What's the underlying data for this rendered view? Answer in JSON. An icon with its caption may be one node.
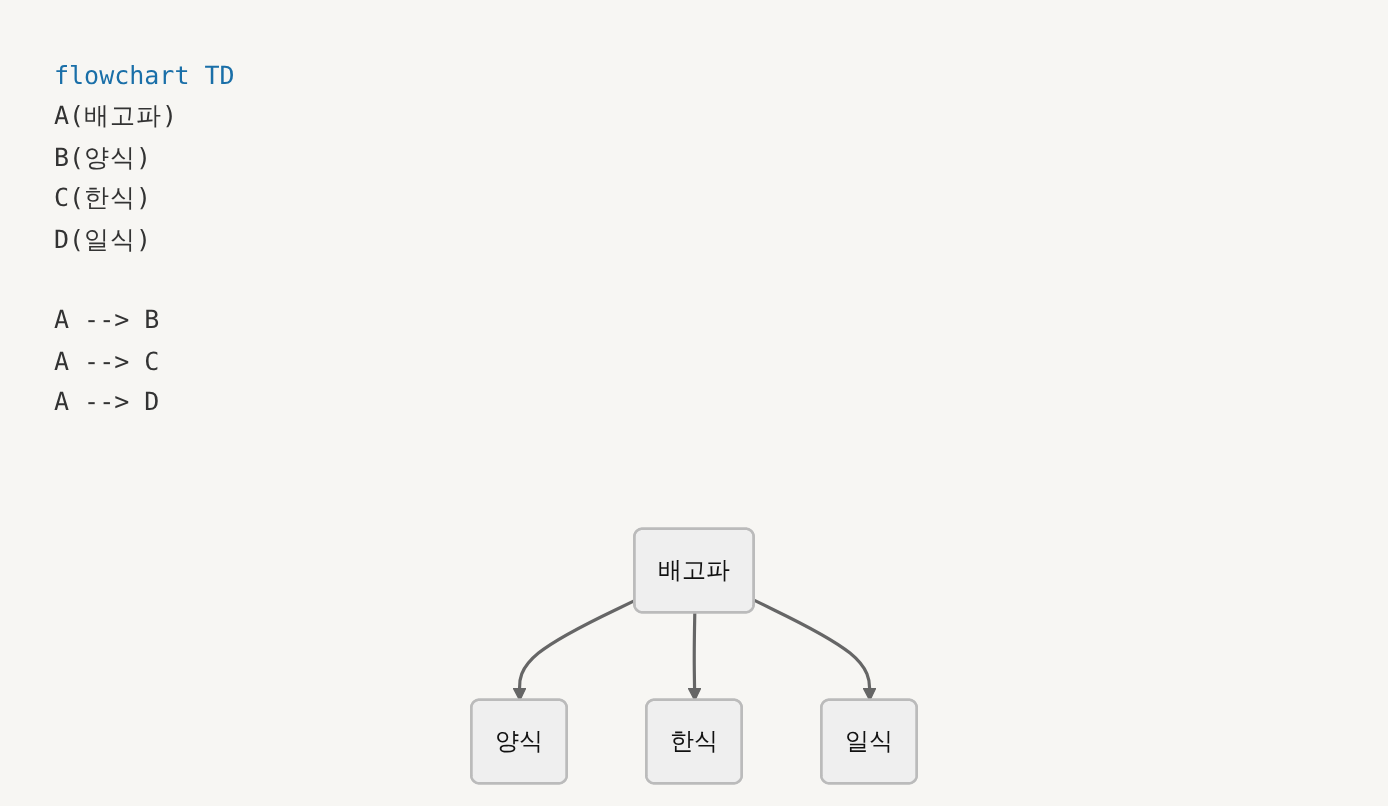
{
  "diagram": {
    "nodes": [
      {
        "text": [
          "배고파"
        ]
      },
      {
        "text": [
          "양식"
        ]
      },
      {
        "text": [
          "한식"
        ]
      },
      {
        "text": [
          "일식"
        ]
      }
    ],
    "edges": [
      {
        "from": 0,
        "to": 1,
        "arrow": "to"
      },
      {
        "from": 0,
        "to": 2,
        "arrow": "to"
      },
      {
        "from": 0,
        "to": 3,
        "arrow": "to"
      }
    ],
    "labels": [
      "flowchart TD",
      "A(배고파)",
      "B(양식)",
      "C(한식)",
      "D(일식)",
      "A --> B",
      "A --> C",
      "A --> D"
    ]
  }
}
